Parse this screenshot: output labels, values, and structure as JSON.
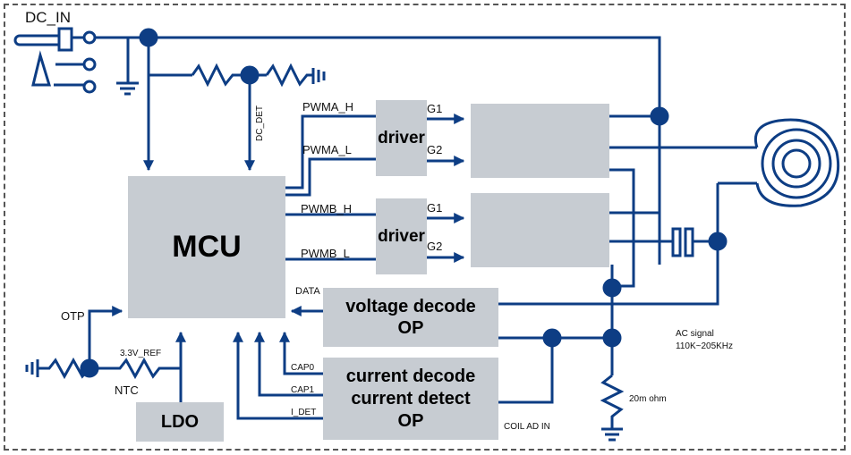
{
  "blocks": {
    "mcu": "MCU",
    "driver_top": "driver",
    "driver_bottom": "driver",
    "voltage_decode_line1": "voltage decode",
    "voltage_decode_line2": "OP",
    "current_decode_line1": "current decode",
    "current_decode_line2": "current detect",
    "current_decode_line3": "OP",
    "ldo": "LDO"
  },
  "labels": {
    "dc_in": "DC_IN",
    "dc_det": "DC_DET",
    "pwma_h": "PWMA_H",
    "pwma_l": "PWMA_L",
    "pwmb_h": "PWMB_H",
    "pwmb_l": "PWMB_L",
    "g1_top": "G1",
    "g2_top": "G2",
    "g1_bottom": "G1",
    "g2_bottom": "G2",
    "data": "DATA",
    "otp": "OTP",
    "ref": "3.3V_REF",
    "ntc": "NTC",
    "cap0": "CAP0",
    "cap1": "CAP1",
    "i_det": "I_DET",
    "coil_ad_in": "COIL AD IN",
    "ac_signal_line1": "AC signal",
    "ac_signal_line2": "110K~205KHz",
    "shunt": "20m ohm"
  },
  "colors": {
    "wire": "#0d3d84",
    "block": "#c7ccd2",
    "highlight": "#f3c98b"
  }
}
